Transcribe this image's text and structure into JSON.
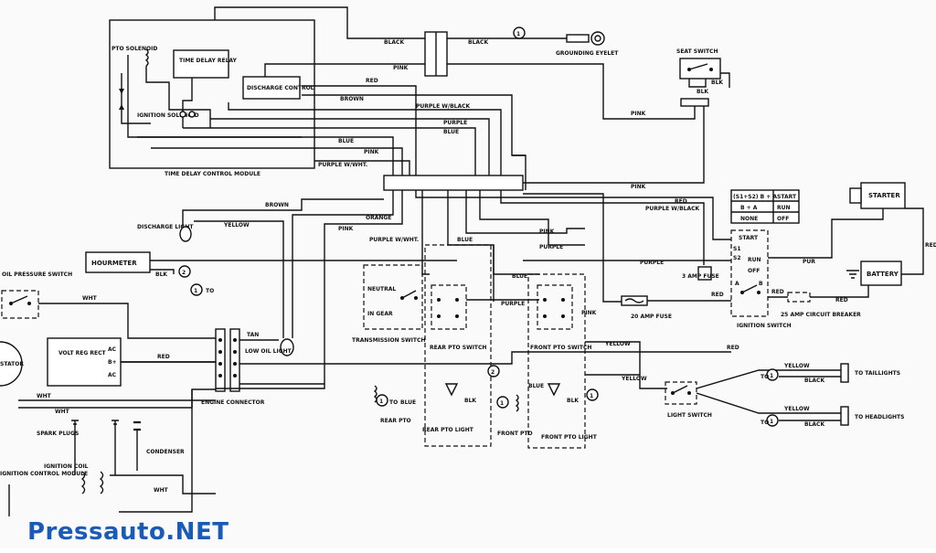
{
  "watermark": "Pressauto.NET",
  "components": {
    "module_title": "TIME DELAY CONTROL MODULE",
    "pto_solenoid": "PTO SOLENOID",
    "time_delay_relay": "TIME DELAY RELAY",
    "discharge_control": "DISCHARGE CONTROL",
    "ignition_solenoid": "IGNITION SOLENOID",
    "grounding_eyelet": "GROUNDING EYELET",
    "seat_switch": "SEAT SWITCH",
    "starter": "STARTER",
    "battery": "BATTERY",
    "hourmeter": "HOURMETER",
    "oil_pressure_switch": "OIL PRESSURE SWITCH",
    "discharge_light": "DISCHARGE LIGHT",
    "low_oil_light": "LOW OIL LIGHT",
    "engine_connector": "ENGINE CONNECTOR",
    "volt_reg_rect": "VOLT REG RECT",
    "spark_plugs": "SPARK PLUGS",
    "condenser": "CONDENSER",
    "ignition_coil": "IGNITION COIL",
    "ignition_control_module": "IGNITION CONTROL MODULE",
    "stator": "STATOR",
    "transmission_switch": "TRANSMISSION SWITCH",
    "neutral": "NEUTRAL",
    "in_gear": "IN GEAR",
    "rear_pto_switch": "REAR PTO SWITCH",
    "front_pto_switch": "FRONT PTO SWITCH",
    "rear_pto": "REAR PTO",
    "rear_pto_light": "REAR PTO LIGHT",
    "front_pto": "FRONT PTO",
    "front_pto_light": "FRONT PTO LIGHT",
    "light_switch": "LIGHT SWITCH",
    "ignition_switch": "IGNITION SWITCH",
    "amp_fuse_3": "3 AMP FUSE",
    "amp_fuse_20": "20 AMP FUSE",
    "circuit_breaker_25": "25 AMP CIRCUIT BREAKER",
    "to_taillights": "TO TAILLIGHTS",
    "to_headlights": "TO HEADLIGHTS"
  },
  "wires": {
    "black": "BLACK",
    "pink": "PINK",
    "red": "RED",
    "brown": "BROWN",
    "purple_black": "PURPLE W/BLACK",
    "purple": "PURPLE",
    "blue": "BLUE",
    "purple_white": "PURPLE W/WHT.",
    "orange": "ORANGE",
    "yellow": "YELLOW",
    "wht": "WHT",
    "tan": "TAN",
    "blk": "BLK",
    "pur": "PUR"
  },
  "switch_table": {
    "headers": [
      "START",
      "RUN",
      "OFF"
    ],
    "values": [
      "(S1+S2) B + A",
      "B + A",
      "NONE"
    ]
  },
  "ignition_terminals": {
    "start": "START",
    "s1": "S1",
    "s2": "S2",
    "run": "RUN",
    "off": "OFF",
    "a": "A",
    "b": "B"
  },
  "refs": {
    "one": "1",
    "two": "2",
    "to": "TO"
  },
  "rectifier_terminals": {
    "ac1": "AC",
    "bplus": "B+",
    "ac2": "AC"
  }
}
